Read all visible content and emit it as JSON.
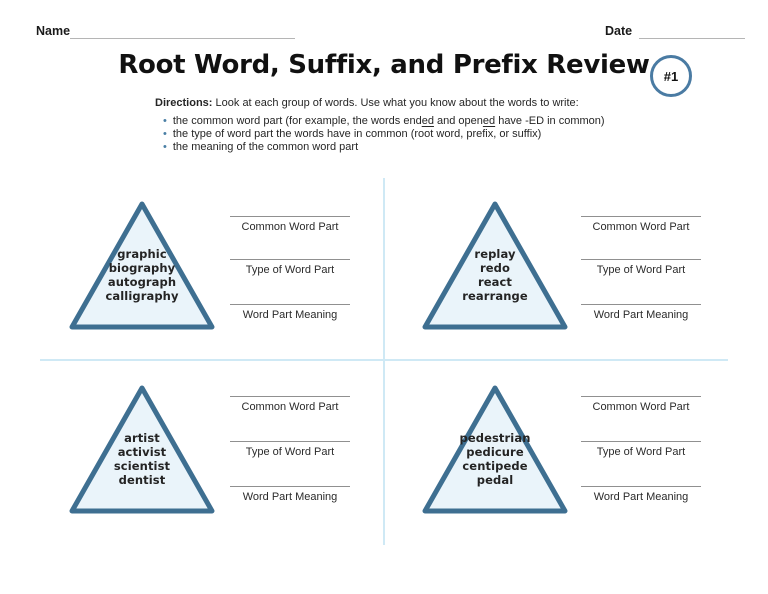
{
  "header": {
    "name_label": "Name",
    "date_label": "Date"
  },
  "title": "Root Word, Suffix, and Prefix Review",
  "badge_text": "#1",
  "directions": {
    "label": "Directions:",
    "intro": "Look at each group of words. Use what you know about the words to write:",
    "bullet1": {
      "s0": "the common word part (for example, the words end",
      "s1": "ed",
      "s2": " and open",
      "s3": "ed",
      "s4": " have -ED in common)"
    },
    "bullet2": "the type of word part the words have in common (root word, prefix, or suffix)",
    "bullet3": "the meaning of the common word part"
  },
  "answer_labels": {
    "common": "Common Word Part",
    "type": "Type of Word Part",
    "meaning": "Word Part Meaning"
  },
  "quadrants": [
    {
      "words": [
        "graphic",
        "biography",
        "autograph",
        "calligraphy"
      ]
    },
    {
      "words": [
        "replay",
        "redo",
        "react",
        "rearrange"
      ]
    },
    {
      "words": [
        "artist",
        "activist",
        "scientist",
        "dentist"
      ]
    },
    {
      "words": [
        "pedestrian",
        "pedicure",
        "centipede",
        "pedal"
      ]
    }
  ],
  "colors": {
    "triangle_border": "#3e6f91",
    "triangle_fill": "#eaf4fa",
    "divider": "#cfe9f5",
    "bullet_dot": "#4a7fa5",
    "badge_border": "#4a7ba3",
    "answer_line": "#909090",
    "header_blank_line": "#b5b5b5"
  }
}
